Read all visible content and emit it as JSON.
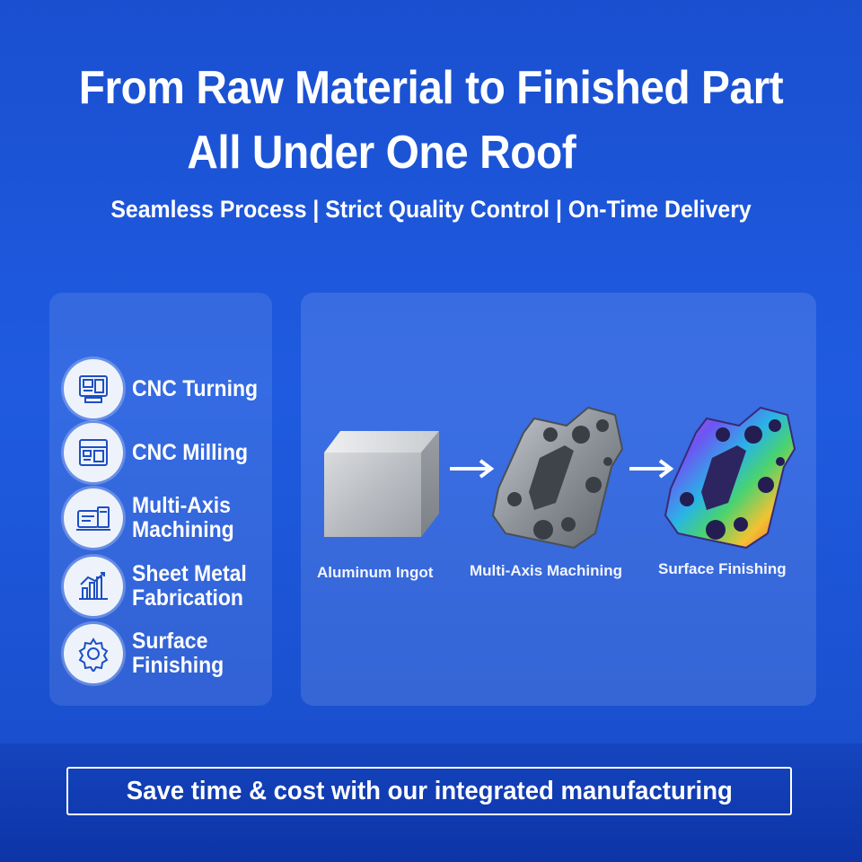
{
  "header": {
    "title_line1": "From Raw Material to Finished Part",
    "title_line2": "All Under One Roof",
    "subtitle": "Seamless Process | Strict Quality Control | On-Time Delivery"
  },
  "services": [
    {
      "label": "CNC Turning",
      "icon": "cnc-turning-icon"
    },
    {
      "label": "CNC Milling",
      "icon": "cnc-milling-icon"
    },
    {
      "label": "Multi-Axis\nMachining",
      "icon": "multi-axis-icon"
    },
    {
      "label": "Sheet Metal\nFabrication",
      "icon": "sheet-metal-icon"
    },
    {
      "label": "Surface\nFinishing",
      "icon": "surface-finishing-icon"
    }
  ],
  "process": {
    "stages": [
      {
        "label": "Aluminum Ingot",
        "image": "aluminum-ingot"
      },
      {
        "label": "Multi-Axis Machining",
        "image": "machined-part"
      },
      {
        "label": "Surface Finishing",
        "image": "finished-part-anodized"
      }
    ]
  },
  "footer": {
    "cta": "Save time & cost with our integrated manufacturing"
  },
  "colors": {
    "background": "#1f5be0",
    "icon_bg": "#eef3fb",
    "icon_stroke": "#1d4fc4"
  }
}
